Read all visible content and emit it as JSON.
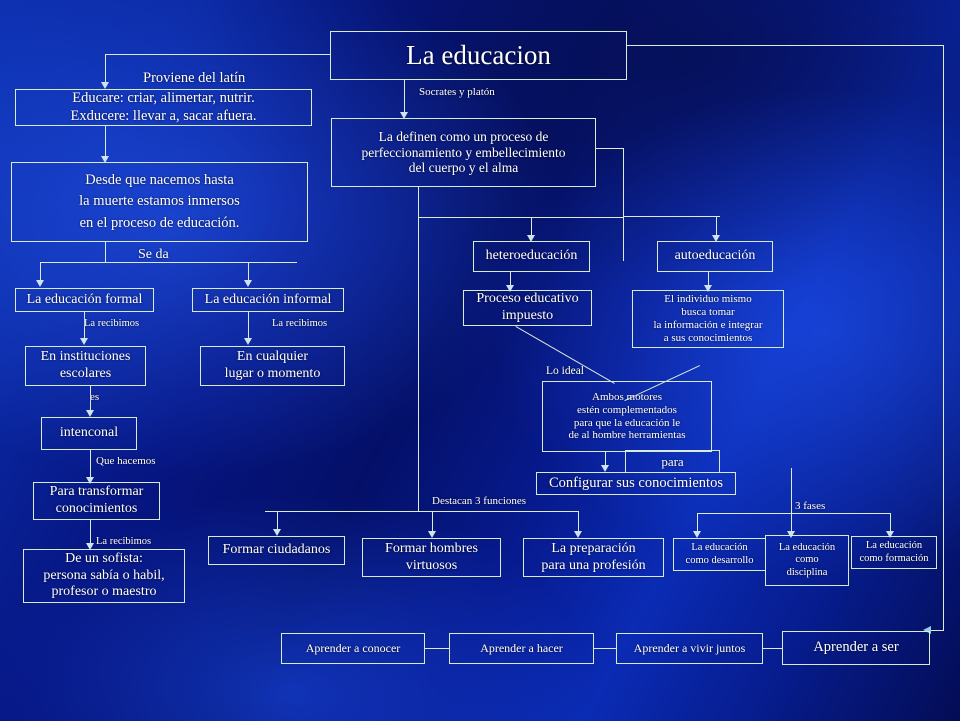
{
  "title": "La educacion",
  "nodes": {
    "title": "La educacion",
    "latin": "Educare: criar,  alimertar,  nutrir.\nExducere: llevar  a, sacar  afuera.",
    "latin_l1": "Educare: criar,  alimertar,  nutrir.",
    "latin_l2": "Exducere: llevar  a, sacar  afuera.",
    "desde_l1": "Desde que  nacemos hasta",
    "desde_l2": "la muerte estamos inmersos",
    "desde_l3": "en el proceso  de educación.",
    "definen_l1": "La definen como un proceso de",
    "definen_l2": "perfeccionamiento y embellecimiento",
    "definen_l3": "del cuerpo y el alma",
    "formal": "La educación formal",
    "informal": "La educación informal",
    "instituciones_l1": "En instituciones",
    "instituciones_l2": "escolares",
    "cualquier_l1": "En cualquier",
    "cualquier_l2": "lugar o momento",
    "intenconal": "intenconal",
    "transformar_l1": "Para transformar",
    "transformar_l2": "conocimientos",
    "sofista_l1": "De un sofista:",
    "sofista_l2": "persona sabía o habil,",
    "sofista_l3": "profesor o maestro",
    "hetero": "heteroeducación",
    "auto": "autoeducación",
    "proceso_l1": "Proceso educativo",
    "proceso_l2": "impuesto",
    "individuo_l1": "El individuo mismo",
    "individuo_l2": "busca tomar",
    "individuo_l3": "la información e integrar",
    "individuo_l4": "a sus conocimientos",
    "ambos_l1": "Ambos motores",
    "ambos_l2": "estén complementados",
    "ambos_l3": "para que la educación le",
    "ambos_l4": "de al hombre herramientas",
    "para_box": "para",
    "configurar": "Configurar sus  conocimientos",
    "formar_ciudadanos": "Formar ciudadanos",
    "formar_hombres_l1": "Formar hombres",
    "formar_hombres_l2": "virtuosos",
    "preparacion_l1": "La preparación",
    "preparacion_l2": "para una profesión",
    "desarrollo_l1": "La educación",
    "desarrollo_l2": "como desarrollo",
    "disciplina_l1": "La educación",
    "disciplina_l2": "como",
    "disciplina_l3": "disciplina",
    "formacion_l1": "La educación",
    "formacion_l2": "como formación",
    "apr_conocer": "Aprender a conocer",
    "apr_hacer": "Aprender a hacer",
    "apr_vivir": "Aprender a vivir juntos",
    "apr_ser": "Aprender a ser"
  },
  "link_labels": {
    "proviene": "Proviene del latín",
    "socrates": "Socrates y platón",
    "se_da": "Se da",
    "recibimos1": "La recibimos",
    "recibimos2": "La recibimos",
    "recibimos3": "La recibimos",
    "es": "es",
    "que_hacemos": "Que hacemos",
    "lo_ideal": "Lo ideal",
    "destacan": "Destacan 3 funciones",
    "tres_fases": "3 fases"
  },
  "colors": {
    "border": "#d8ead8",
    "text": "#ffffff",
    "connector": "#dcecdc",
    "arrow": "#cfe4ea",
    "background_deep": "#030c55",
    "background_bright": "#0c2fae"
  }
}
